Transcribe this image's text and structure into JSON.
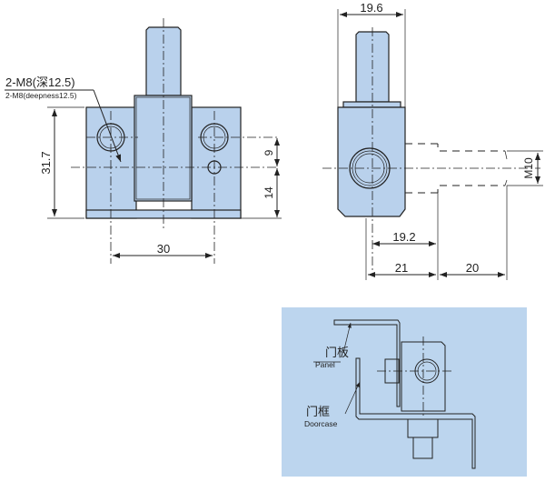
{
  "front_view": {
    "thread_note_cn": "2-M8(深12.5)",
    "thread_note_en": "2-M8(deepness12.5)",
    "dim_height": "31.7",
    "dim_hole_spacing": "30",
    "dim_upper": "9",
    "dim_lower": "14"
  },
  "side_view": {
    "dim_width": "19.6",
    "dim_thread": "M10",
    "dim_offset": "19.2",
    "dim_depth": "21",
    "dim_extension": "20"
  },
  "install_view": {
    "panel_cn": "门板",
    "panel_en": "Panel",
    "doorcase_cn": "门框",
    "doorcase_en": "Doorcase",
    "background_color": "#bcd5ee"
  }
}
